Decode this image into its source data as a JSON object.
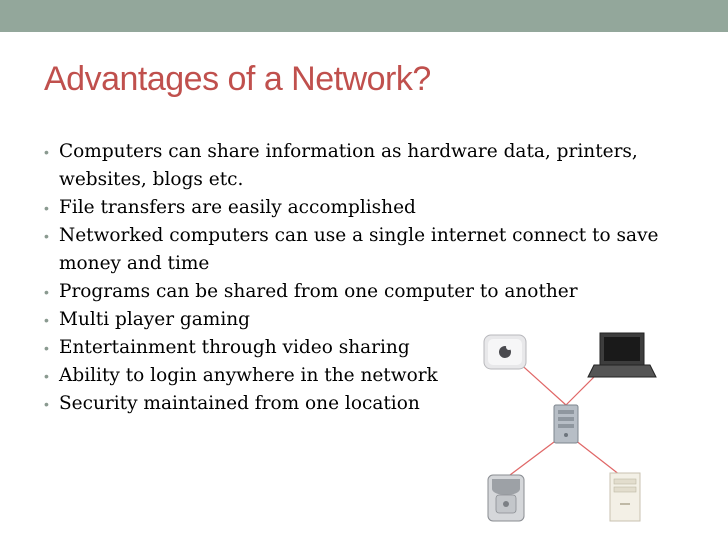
{
  "slide": {
    "title": "Advantages of a Network?",
    "bullet_marker": "•",
    "bullets": [
      "Computers can share information as hardware data, printers, websites, blogs etc.",
      "File transfers are easily accomplished",
      "Networked computers can use a single internet connect to save money and time",
      "Programs can be shared from one computer to another",
      "Multi player gaming",
      "Entertainment through video sharing",
      "Ability to login anywhere in the network",
      "Security maintained from one location"
    ]
  },
  "colors": {
    "top_band": "#93a79b",
    "title": "#c0504d",
    "bullet_marker": "#8a9a90",
    "network_lines": "#e06666"
  },
  "diagram": {
    "icons": [
      "apple-computer-icon",
      "laptop-icon",
      "server-tower-icon",
      "power-mac-g4-icon",
      "desktop-tower-icon"
    ]
  }
}
